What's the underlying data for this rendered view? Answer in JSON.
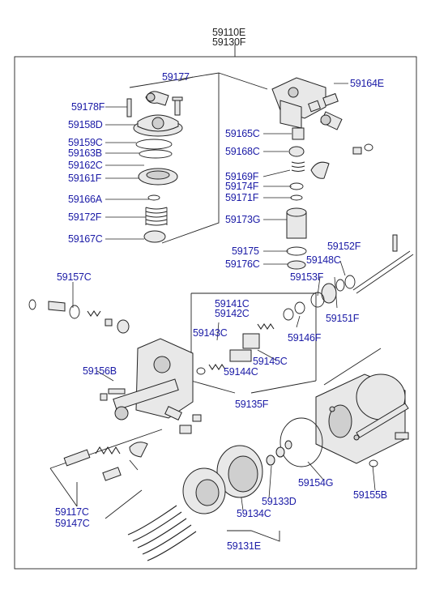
{
  "header": {
    "line1": "59110E",
    "line2": "59130F"
  },
  "labels": {
    "p59177": "59177",
    "p59178F": "59178F",
    "p59158D": "59158D",
    "p59159C": "59159C",
    "p59163B": "59163B",
    "p59162C": "59162C",
    "p59161F": "59161F",
    "p59166A": "59166A",
    "p59172F": "59172F",
    "p59167C": "59167C",
    "p59164E": "59164E",
    "p59165C": "59165C",
    "p59168C": "59168C",
    "p59169F": "59169F",
    "p59174F": "59174F",
    "p59171F": "59171F",
    "p59173G": "59173G",
    "p59175": "59175",
    "p59176C": "59176C",
    "p59152F": "59152F",
    "p59148C": "59148C",
    "p59153F": "59153F",
    "p59151F": "59151F",
    "p59157C": "59157C",
    "p59141C": "59141C",
    "p59142C": "59142C",
    "p59143C": "59143C",
    "p59146F": "59146F",
    "p59145C": "59145C",
    "p59144C": "59144C",
    "p59135F": "59135F",
    "p59156B": "59156B",
    "p59117C": "59117C",
    "p59147C": "59147C",
    "p59154G": "59154G",
    "p59155B": "59155B",
    "p59133D": "59133D",
    "p59134C": "59134C",
    "p59131E": "59131E"
  }
}
